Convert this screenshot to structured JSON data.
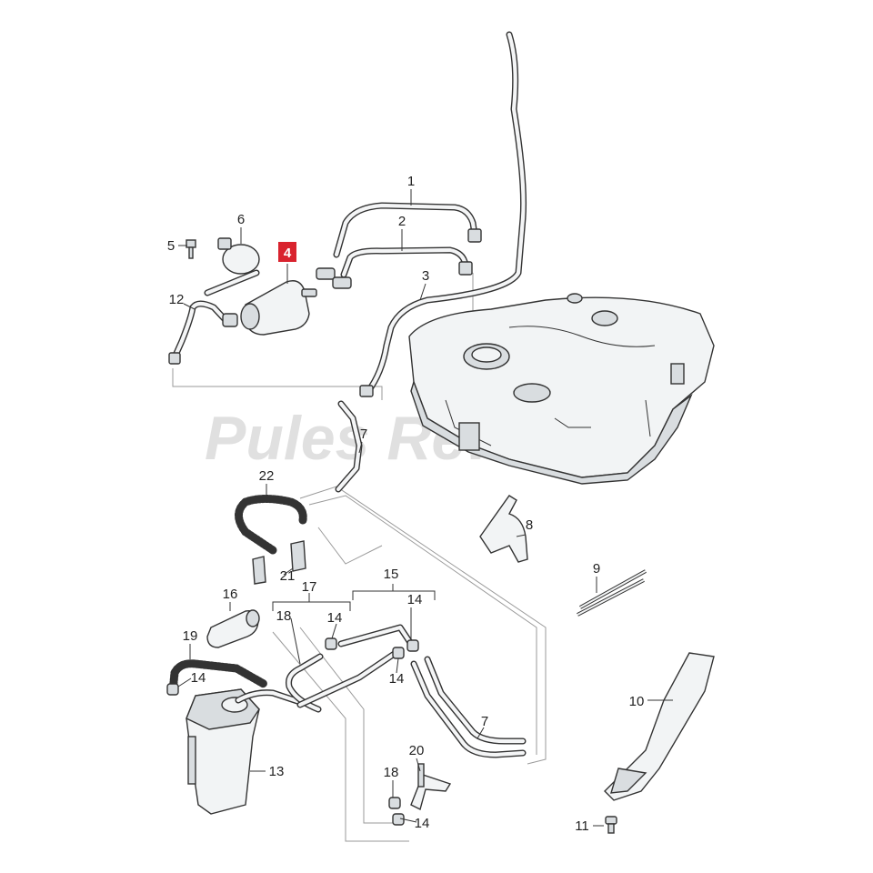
{
  "watermark": "Pules Rewo",
  "highlighted_part": "4",
  "callouts": {
    "c1": "1",
    "c2": "2",
    "c3": "3",
    "c4": "4",
    "c5": "5",
    "c6": "6",
    "c7a": "7",
    "c7b": "7",
    "c8": "8",
    "c9": "9",
    "c10": "10",
    "c11": "11",
    "c12": "12",
    "c13": "13",
    "c14a": "14",
    "c14b": "14",
    "c14c": "14",
    "c14d": "14",
    "c14e": "14",
    "c15": "15",
    "c16": "16",
    "c17": "17",
    "c18a": "18",
    "c18b": "18",
    "c19": "19",
    "c20": "20",
    "c21": "21",
    "c22": "22"
  },
  "colors": {
    "highlight": "#d9232e",
    "line": "#333333",
    "watermark": "#d6d6d6"
  }
}
